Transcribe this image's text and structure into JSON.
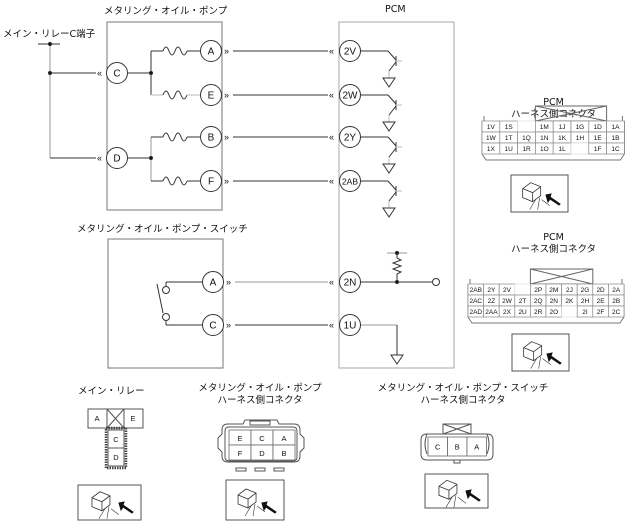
{
  "labels": {
    "pump_title": "メタリング・オイル・ポンプ",
    "main_relay_c_terminal": "メイン・リレーC端子",
    "pcm_title": "PCM",
    "switch_title": "メタリング・オイル・ポンプ・スイッチ",
    "pcm_conn1_title": "PCM",
    "pcm_conn1_subtitle": "ハーネス側コネクタ",
    "pcm_conn2_title": "PCM",
    "pcm_conn2_subtitle": "ハーネス側コネクタ",
    "main_relay_title": "メイン・リレー",
    "pump_conn_title": "メタリング・オイル・ポンプ",
    "pump_conn_subtitle": "ハーネス側コネクタ",
    "switch_conn_title": "メタリング・オイル・ポンプ・スイッチ",
    "switch_conn_subtitle": "ハーネス側コネクタ"
  },
  "pump": {
    "power_terminals": [
      "C",
      "D"
    ],
    "coil_terminals": [
      "A",
      "E",
      "B",
      "F"
    ]
  },
  "pcm": {
    "driver_terminals": [
      "2V",
      "2W",
      "2Y",
      "2AB"
    ],
    "switch_terminals": [
      "2N",
      "1U"
    ]
  },
  "switch": {
    "terminals": [
      "A",
      "C"
    ]
  },
  "wires": [
    {
      "from": "pump.A",
      "to": "pcm.2V"
    },
    {
      "from": "pump.E",
      "to": "pcm.2W"
    },
    {
      "from": "pump.B",
      "to": "pcm.2Y"
    },
    {
      "from": "pump.F",
      "to": "pcm.2AB"
    },
    {
      "from": "switch.A",
      "to": "pcm.2N"
    },
    {
      "from": "switch.C",
      "to": "pcm.1U"
    },
    {
      "from": "main_relay.C",
      "to": "pump.C"
    },
    {
      "from": "main_relay.C",
      "to": "pump.D"
    }
  ],
  "pcm_connector_1": {
    "rows": [
      [
        "1V",
        "1S",
        "",
        "1M",
        "1J",
        "1G",
        "1D",
        "1A"
      ],
      [
        "1W",
        "1T",
        "1Q",
        "1N",
        "1K",
        "1H",
        "1E",
        "1B"
      ],
      [
        "1X",
        "1U",
        "1R",
        "1O",
        "1L",
        "",
        "1F",
        "1C"
      ]
    ]
  },
  "pcm_connector_2": {
    "rows": [
      [
        "2AB",
        "2Y",
        "2V",
        "",
        "2P",
        "2M",
        "2J",
        "2G",
        "2D",
        "2A"
      ],
      [
        "2AC",
        "2Z",
        "2W",
        "2T",
        "2Q",
        "2N",
        "2K",
        "2H",
        "2E",
        "2B"
      ],
      [
        "2AD",
        "2AA",
        "2X",
        "2U",
        "2R",
        "2O",
        "",
        "2I",
        "2F",
        "2C"
      ]
    ]
  },
  "main_relay_connector": {
    "top": [
      "A",
      "E"
    ],
    "column": [
      "C",
      "D"
    ]
  },
  "pump_connector": {
    "rows": [
      [
        "E",
        "C",
        "A"
      ],
      [
        "F",
        "D",
        "B"
      ]
    ]
  },
  "switch_connector": {
    "cells": [
      "C",
      "B",
      "A"
    ]
  },
  "colors": {
    "line": "#333333",
    "highlight": "#bbbbbb",
    "box": "#888888"
  }
}
